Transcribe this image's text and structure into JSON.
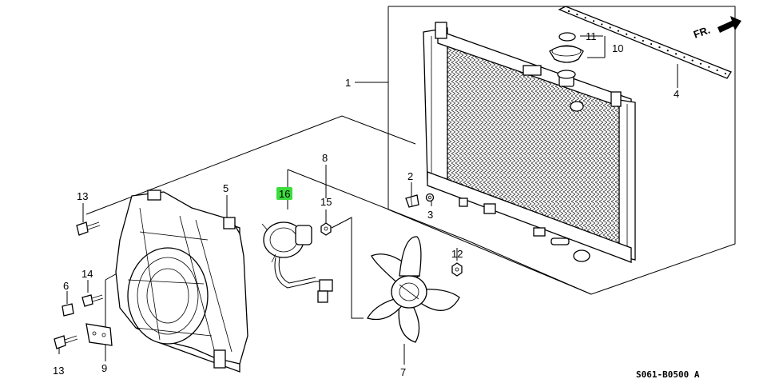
{
  "direction": {
    "text": "FR."
  },
  "diagram_code": "S061-B0500 A",
  "highlight_color": "#3cdc3c",
  "callouts": [
    {
      "id": "c1",
      "text": "1",
      "highlighted": false
    },
    {
      "id": "c2",
      "text": "2",
      "highlighted": false
    },
    {
      "id": "c3",
      "text": "3",
      "highlighted": false
    },
    {
      "id": "c4",
      "text": "4",
      "highlighted": false
    },
    {
      "id": "c5",
      "text": "5",
      "highlighted": false
    },
    {
      "id": "c6",
      "text": "6",
      "highlighted": false
    },
    {
      "id": "c7",
      "text": "7",
      "highlighted": false
    },
    {
      "id": "c8",
      "text": "8",
      "highlighted": false
    },
    {
      "id": "c9",
      "text": "9",
      "highlighted": false
    },
    {
      "id": "c10",
      "text": "10",
      "highlighted": false
    },
    {
      "id": "c11",
      "text": "11",
      "highlighted": false
    },
    {
      "id": "c12",
      "text": "12",
      "highlighted": false
    },
    {
      "id": "c13a",
      "text": "13",
      "highlighted": false
    },
    {
      "id": "c13b",
      "text": "13",
      "highlighted": false
    },
    {
      "id": "c14",
      "text": "14",
      "highlighted": false
    },
    {
      "id": "c15",
      "text": "15",
      "highlighted": false
    },
    {
      "id": "c16",
      "text": "16",
      "highlighted": true
    }
  ]
}
